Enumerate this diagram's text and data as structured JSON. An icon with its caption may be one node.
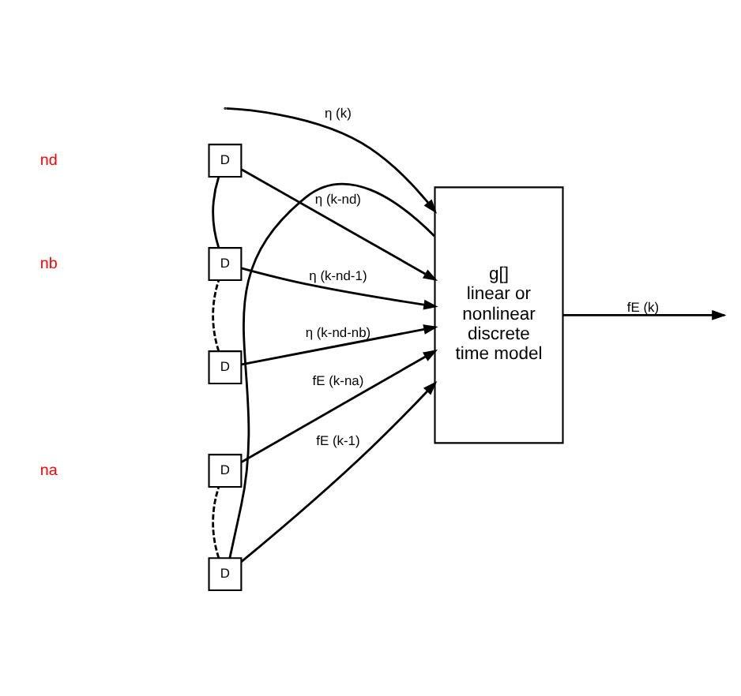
{
  "diagram": {
    "nodes": [
      {
        "text": [
          "g[]",
          "linear or nonlinear discrete time model"
        ]
      },
      {
        "text": [
          "D"
        ]
      },
      {
        "text": [
          "D"
        ]
      },
      {
        "text": [
          "D"
        ]
      },
      {
        "text": [
          "D"
        ]
      },
      {
        "text": [
          "D"
        ]
      }
    ],
    "edges": [
      {
        "from": null,
        "to": 0,
        "arrow": "to",
        "label": "η (k)"
      },
      {
        "from": 1,
        "to": 0,
        "arrow": "to",
        "label": "η (k-nd)"
      },
      {
        "from": 2,
        "to": 1,
        "arrow": "none"
      },
      {
        "from": 2,
        "to": 0,
        "arrow": "to",
        "label": "η (k-nd-1)"
      },
      {
        "from": 3,
        "to": 2,
        "arrow": "none",
        "style": "dashed"
      },
      {
        "from": 3,
        "to": 0,
        "arrow": "to",
        "label": "η (k-nd-nb)"
      },
      {
        "from": 0,
        "to": null,
        "arrow": "to",
        "label": "fE (k)"
      },
      {
        "from": 4,
        "to": 0,
        "arrow": "to",
        "label": "fE (k-na)"
      },
      {
        "from": 5,
        "to": 4,
        "arrow": "none",
        "style": "dashed"
      },
      {
        "from": 5,
        "to": 0,
        "arrow": "to",
        "label": "fE (k-1)"
      },
      {
        "from": 0,
        "to": 5,
        "arrow": "none"
      }
    ],
    "labels": [
      "nb",
      "nd",
      "na"
    ]
  }
}
